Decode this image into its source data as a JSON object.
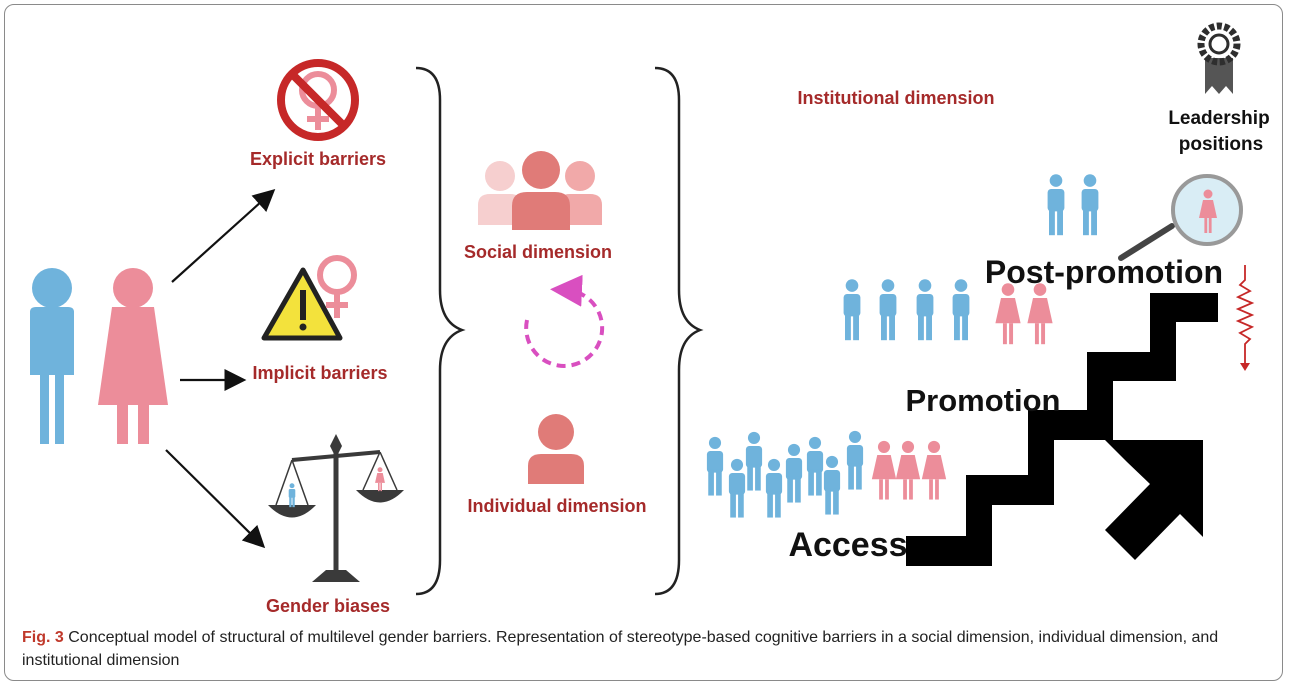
{
  "figure": {
    "caption_label": "Fig. 3",
    "caption_text": "Conceptual model of structural of multilevel gender barriers. Representation of stereotype-based cognitive barriers in a social dimension, individual dimension, and institutional dimension"
  },
  "barriers": {
    "explicit": "Explicit barriers",
    "implicit": "Implicit barriers",
    "biases": "Gender biases"
  },
  "dimensions": {
    "social": "Social dimension",
    "individual": "Individual dimension",
    "institutional": "Institutional dimension"
  },
  "career": {
    "access": "Access",
    "promotion": "Promotion",
    "post_promotion": "Post-promotion",
    "leadership_line1": "Leadership",
    "leadership_line2": "positions"
  },
  "colors": {
    "male": "#6fb3dc",
    "female": "#ec8d9a",
    "label": "#a52a2a",
    "stairs": "#000000",
    "dimension_person": "#e07b78"
  }
}
